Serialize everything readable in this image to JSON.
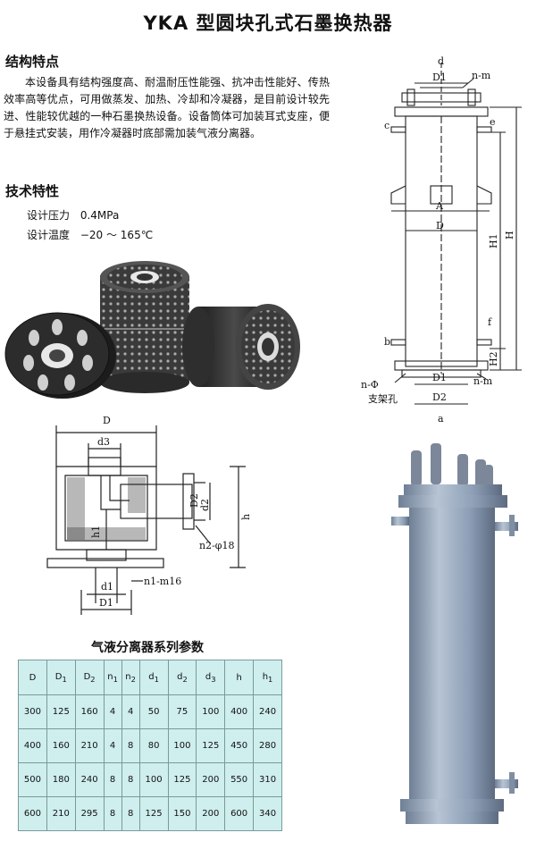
{
  "title": "YKA 型圆块孔式石墨换热器",
  "features": {
    "heading": "结构特点",
    "text": "本设备具有结构强度高、耐温耐压性能强、抗冲击性能好、传热效率高等优点，可用做蒸发、加热、冷却和冷凝器，是目前设计较先进、性能较优越的一种石墨换热设备。设备筒体可加装耳式支座，便于悬挂式安装，用作冷凝器时底部需加装气液分离器。"
  },
  "specs": {
    "heading": "技术特性",
    "pressure_label": "设计压力",
    "pressure_value": "0.4MPa",
    "temp_label": "设计温度",
    "temp_value": "−20 ～ 165℃"
  },
  "drawing_main": {
    "d": "d",
    "D1_top": "D1",
    "n_m_top": "n-m",
    "c": "c",
    "e": "e",
    "A": "A",
    "D": "D",
    "H1": "H1",
    "H": "H",
    "f": "f",
    "b": "b",
    "H2": "H2",
    "n_phi": "n-Φ",
    "support_hole": "支架孔",
    "D1_bottom": "D1",
    "D2": "D2",
    "n_m_bottom": "n-m",
    "a": "a"
  },
  "drawing_separator": {
    "D": "D",
    "d3": "d3",
    "D2": "D2",
    "d2": "d2",
    "h": "h",
    "h1": "h1",
    "n2": "n2-φ18",
    "d1": "d1",
    "n1": "n1-m16",
    "D1": "D1"
  },
  "table": {
    "title": "气液分离器系列参数",
    "headers": [
      {
        "base": "D",
        "sub": ""
      },
      {
        "base": "D",
        "sub": "1"
      },
      {
        "base": "D",
        "sub": "2"
      },
      {
        "base": "n",
        "sub": "1"
      },
      {
        "base": "n",
        "sub": "2"
      },
      {
        "base": "d",
        "sub": "1"
      },
      {
        "base": "d",
        "sub": "2"
      },
      {
        "base": "d",
        "sub": "3"
      },
      {
        "base": "h",
        "sub": ""
      },
      {
        "base": "h",
        "sub": "1"
      }
    ],
    "rows": [
      [
        "300",
        "125",
        "160",
        "4",
        "4",
        "50",
        "75",
        "100",
        "400",
        "240"
      ],
      [
        "400",
        "160",
        "210",
        "4",
        "8",
        "80",
        "100",
        "125",
        "450",
        "280"
      ],
      [
        "500",
        "180",
        "240",
        "8",
        "8",
        "100",
        "125",
        "200",
        "550",
        "310"
      ],
      [
        "600",
        "210",
        "295",
        "8",
        "8",
        "125",
        "150",
        "200",
        "600",
        "340"
      ]
    ]
  },
  "colors": {
    "table_bg": "#cfeeee",
    "graphite_dark": "#2b2b2b",
    "steel_blue": "#8d9fb6"
  }
}
